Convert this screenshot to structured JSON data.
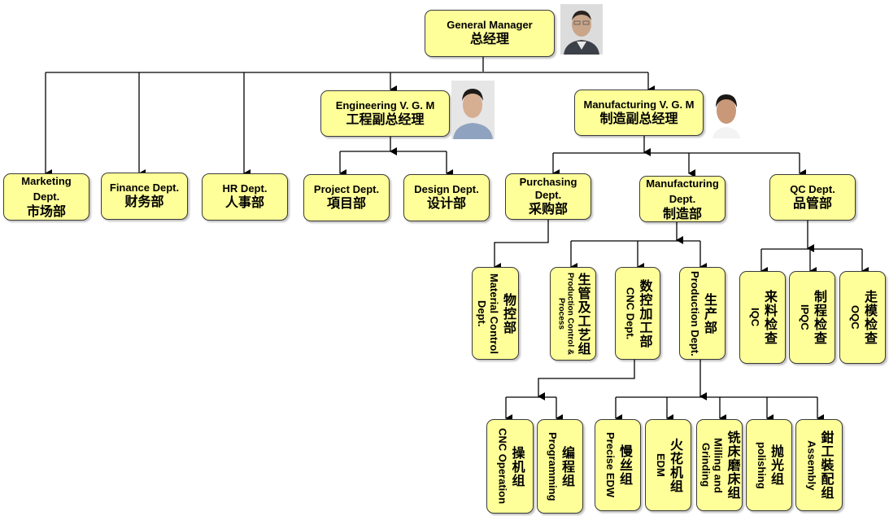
{
  "colors": {
    "box_fill": "#ffff99",
    "box_border": "#3a3a3a",
    "line": "#000000"
  },
  "gm": {
    "en": "General Manager",
    "cn": "总经理",
    "photo_icon": "person-photo"
  },
  "eng_vgm": {
    "en": "Engineering V. G. M",
    "cn": "工程副总经理",
    "photo_icon": "person-photo"
  },
  "mfg_vgm": {
    "en": "Manufacturing V. G. M",
    "cn": "制造副总经理",
    "photo_icon": "person-photo"
  },
  "departments": {
    "marketing": {
      "en": "Marketing Dept.",
      "cn": "市场部"
    },
    "finance": {
      "en": "Finance Dept.",
      "cn": "财务部"
    },
    "hr": {
      "en": "HR Dept.",
      "cn": "人事部"
    },
    "project": {
      "en": "Project Dept.",
      "cn": "項目部"
    },
    "design": {
      "en": "Design Dept.",
      "cn": "设计部"
    },
    "purchasing": {
      "en": "Purchasing Dept.",
      "cn": "采购部"
    },
    "manufacturing": {
      "en": "Manufacturing Dept.",
      "cn": "制造部"
    },
    "qc": {
      "en": "QC Dept.",
      "cn": "品管部"
    }
  },
  "sub_units": {
    "material_control": {
      "en": "Material Control Dept.",
      "cn": "物控部"
    },
    "production_control": {
      "en": "Production Control & Process",
      "cn": "生管及工艺组"
    },
    "cnc_dept": {
      "en": "CNC Dept.",
      "cn": "数控加工部"
    },
    "production_dept": {
      "en": "Production Dept.",
      "cn": "生产部"
    },
    "iqc": {
      "en": "IQC",
      "cn": "来料检查"
    },
    "ipqc": {
      "en": "IPQC",
      "cn": "制程检查"
    },
    "oqc": {
      "en": "OQC",
      "cn": "走模检查"
    }
  },
  "groups": {
    "cnc_operation": {
      "en": "CNC Operation",
      "cn": "操机组"
    },
    "programming": {
      "en": "Programming",
      "cn": "编程组"
    },
    "precise_edw": {
      "en": "Precise EDW",
      "cn": "慢丝组"
    },
    "edm": {
      "en": "EDM",
      "cn": "火花机组"
    },
    "milling_grinding": {
      "en": "Milling and Grinding",
      "cn": "铣床磨床组"
    },
    "polishing": {
      "en": "polishing",
      "cn": "抛光组"
    },
    "assembly": {
      "en": "Assembly",
      "cn": "鉗工裝配组"
    }
  }
}
